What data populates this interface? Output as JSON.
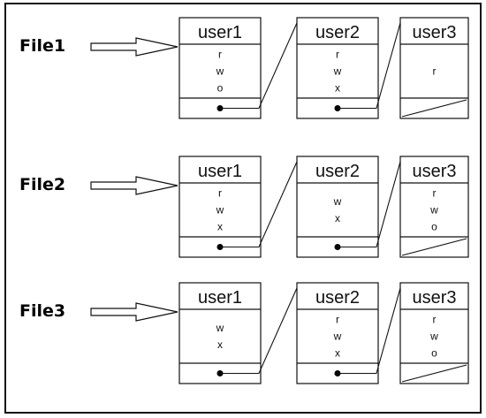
{
  "files": [
    {
      "label": "File1",
      "nodes": [
        {
          "user": "user1",
          "perms": [
            "r",
            "w",
            "o"
          ],
          "pointer": "dot"
        },
        {
          "user": "user2",
          "perms": [
            "r",
            "w",
            "x"
          ],
          "pointer": "dot"
        },
        {
          "user": "user3",
          "perms": [
            "r"
          ],
          "pointer": "null"
        }
      ]
    },
    {
      "label": "File2",
      "nodes": [
        {
          "user": "user1",
          "perms": [
            "r",
            "w",
            "x"
          ],
          "pointer": "dot"
        },
        {
          "user": "user2",
          "perms": [
            "w",
            "x"
          ],
          "pointer": "dot"
        },
        {
          "user": "user3",
          "perms": [
            "r",
            "w",
            "o"
          ],
          "pointer": "null"
        }
      ]
    },
    {
      "label": "File3",
      "nodes": [
        {
          "user": "user1",
          "perms": [
            "w",
            "x"
          ],
          "pointer": "dot"
        },
        {
          "user": "user2",
          "perms": [
            "r",
            "w",
            "x"
          ],
          "pointer": "dot"
        },
        {
          "user": "user3",
          "perms": [
            "r",
            "w",
            "o"
          ],
          "pointer": "null"
        }
      ]
    }
  ]
}
